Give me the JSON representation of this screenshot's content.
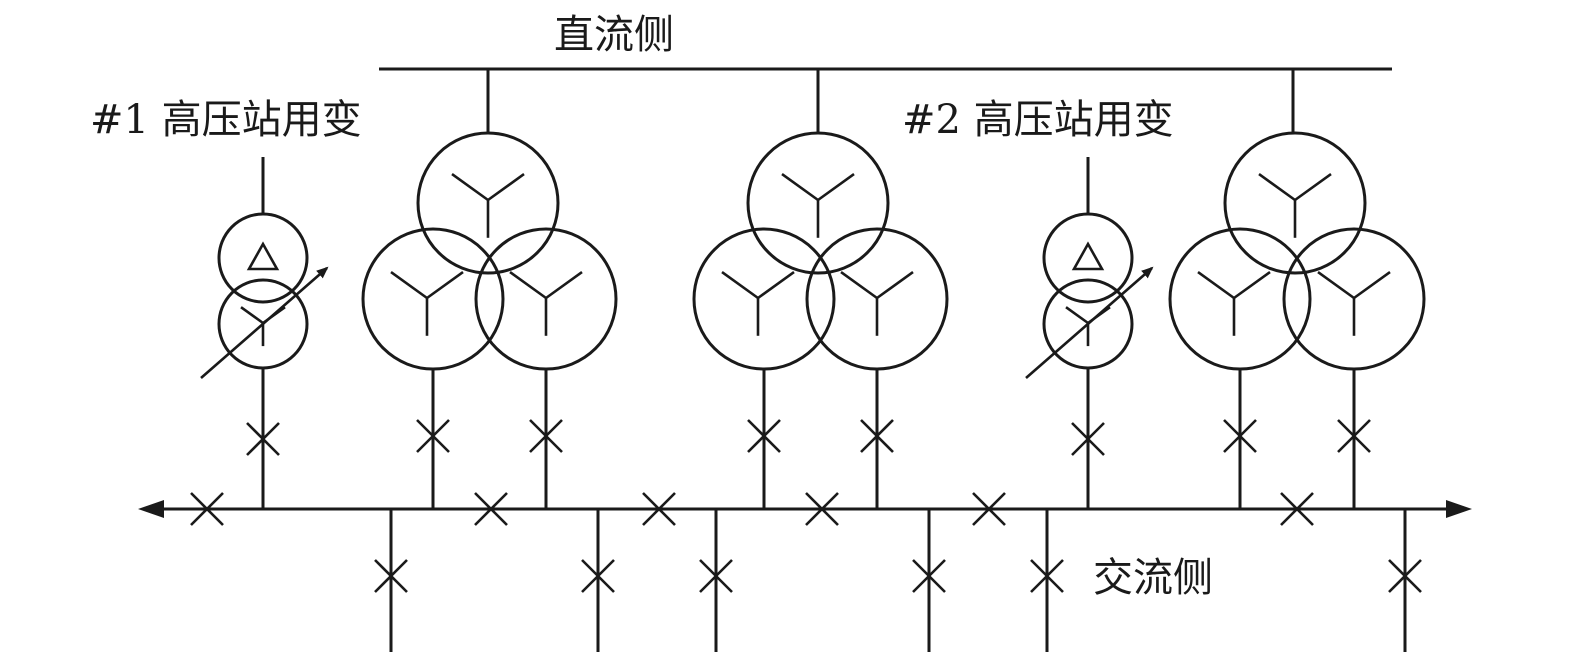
{
  "labels": {
    "dc_side": "直流侧",
    "ac_side": "交流侧",
    "station_transformer_1": "#1 高压站用变",
    "station_transformer_2": "#2 高压站用变"
  },
  "colors": {
    "line": "#1a1a1a",
    "background": "#ffffff"
  }
}
